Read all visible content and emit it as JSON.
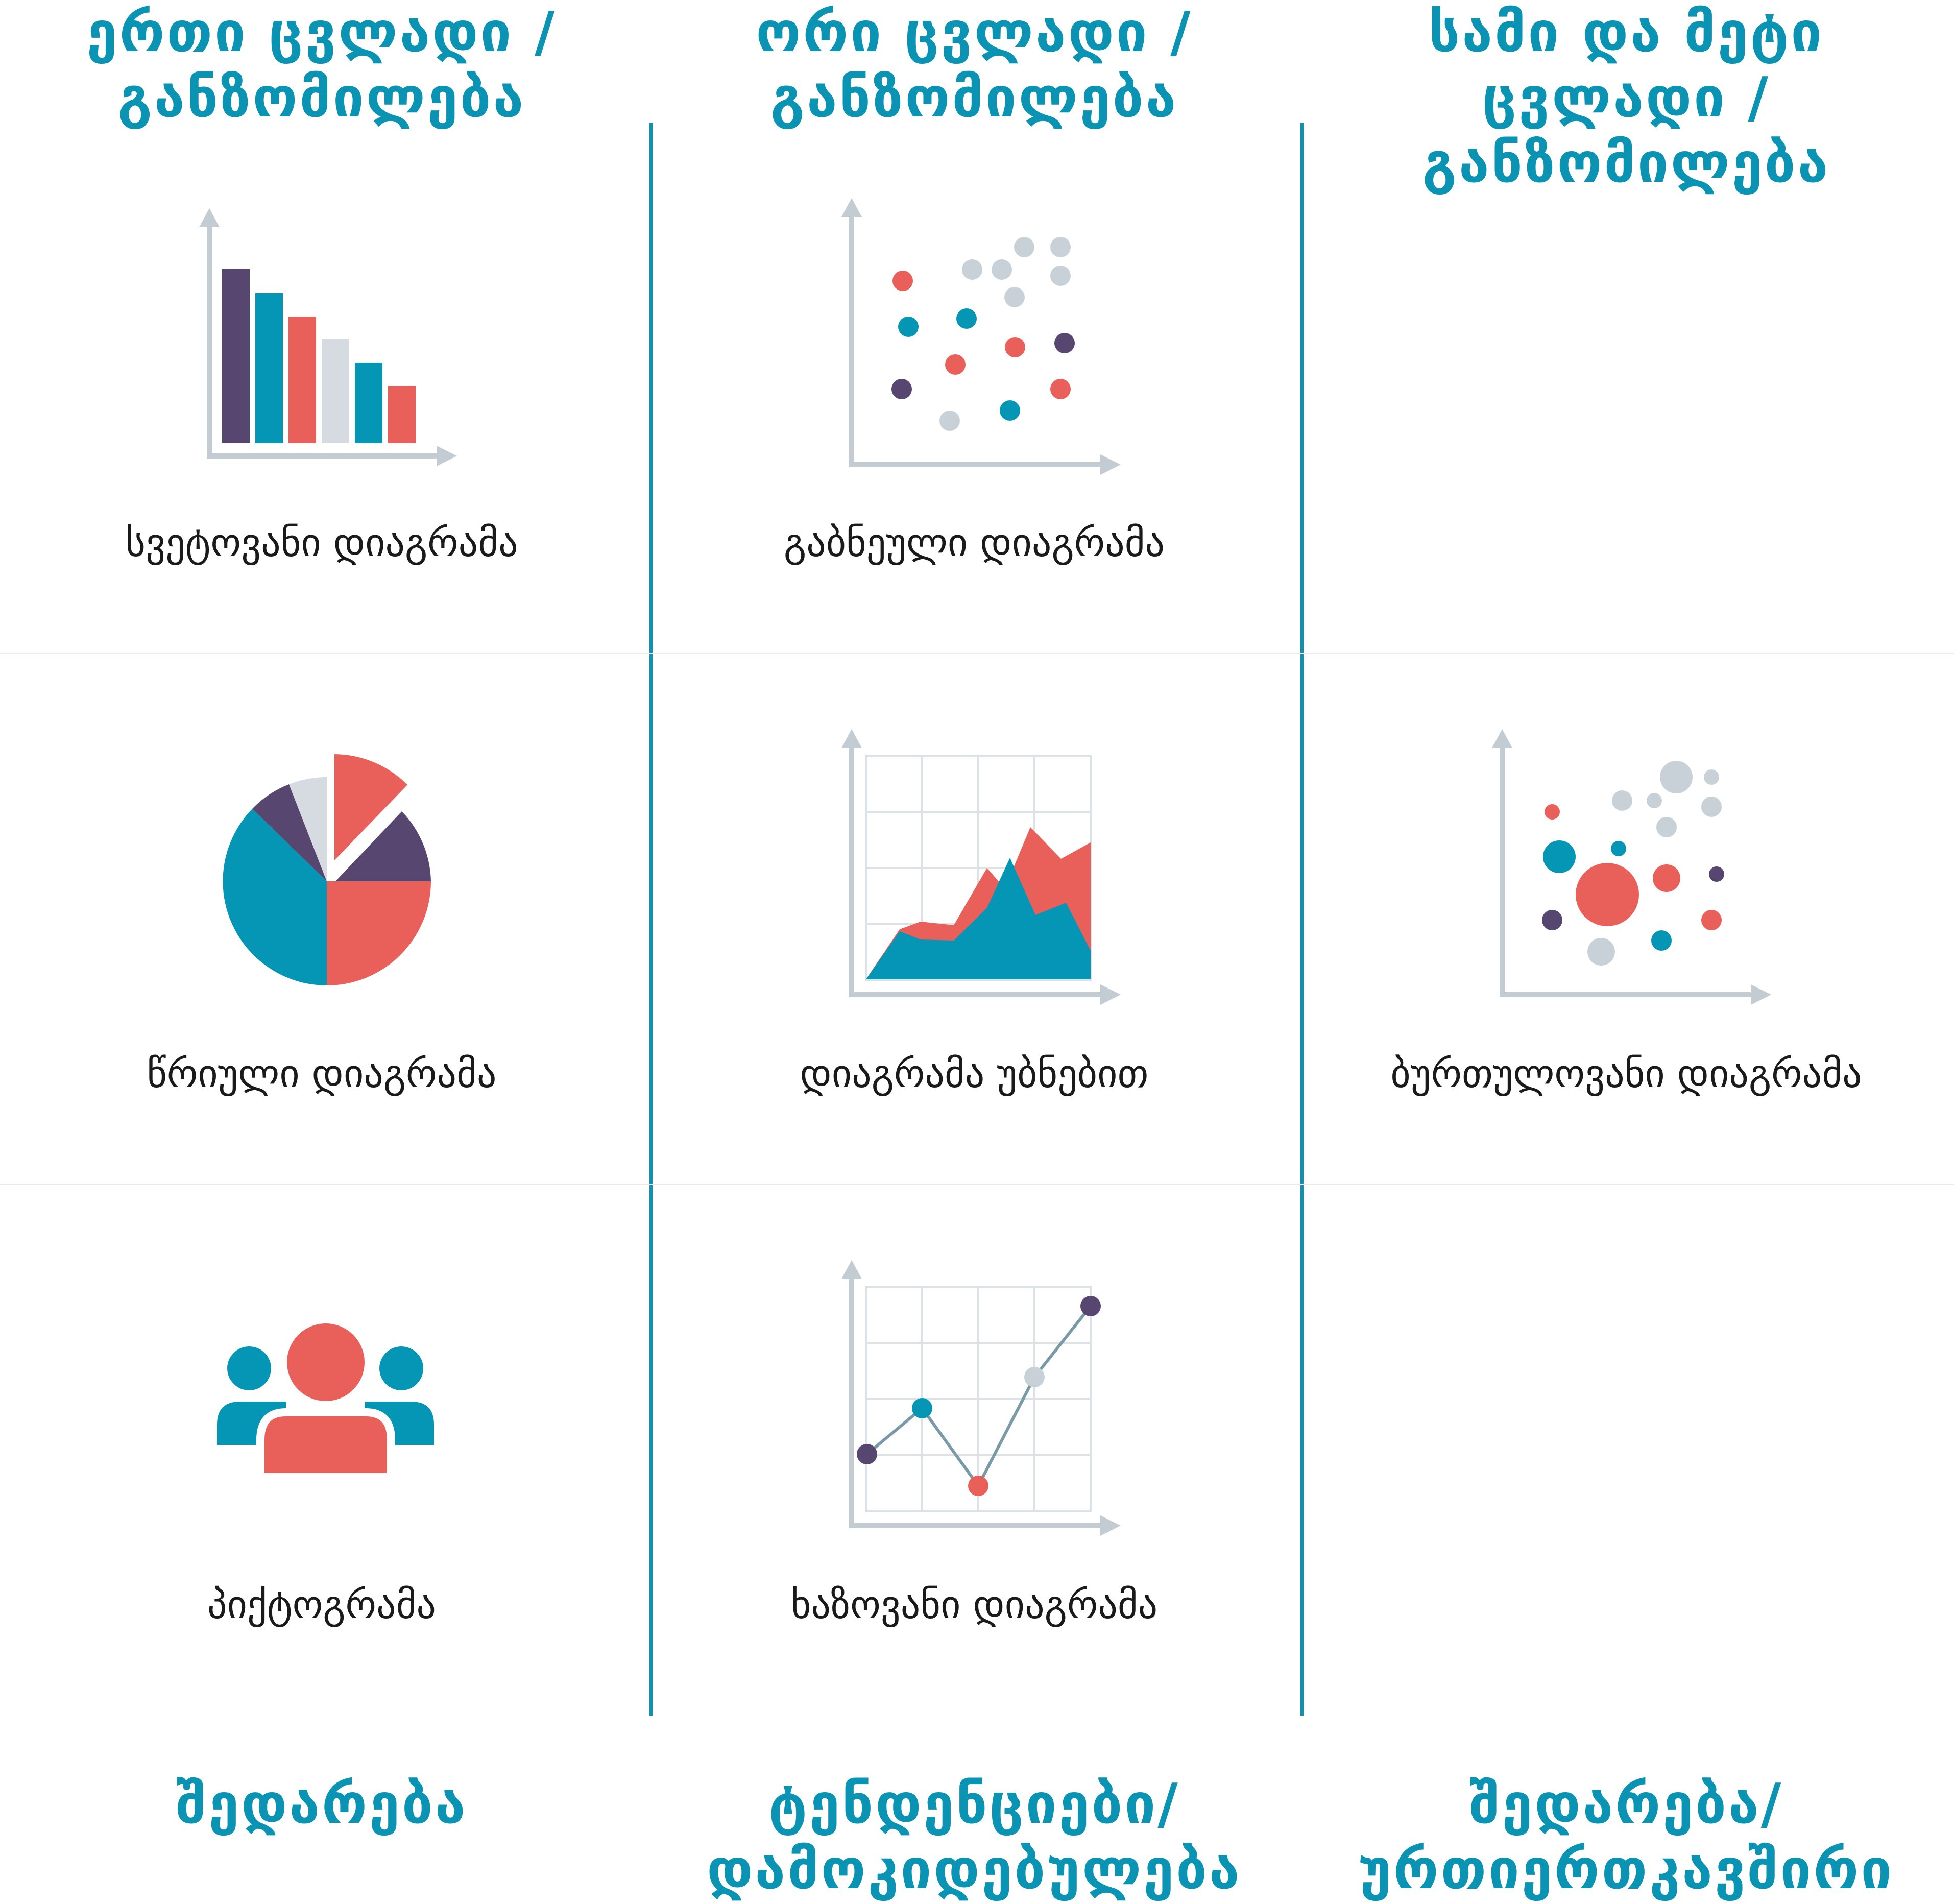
{
  "columns": [
    {
      "header_line1": "ერთი ცვლადი /",
      "header_line2": "განზომილება",
      "footer_line1": "შედარება",
      "footer_line2": ""
    },
    {
      "header_line1": "ორი ცვლადი /",
      "header_line2": "განზომილება",
      "footer_line1": "ტენდენციები/",
      "footer_line2": "დამოკიდებულება"
    },
    {
      "header_line1": "სამი და მეტი",
      "header_line2": "ცვლადი / განზომილება",
      "footer_line1": "შედარება/",
      "footer_line2": "ურთიერთკავშირი"
    }
  ],
  "cells": {
    "bar_chart": {
      "label": "სვეტოვანი დიაგრამა",
      "icon": "bar-chart-icon"
    },
    "scatter_chart": {
      "label": "გაბნეული დიაგრამა",
      "icon": "scatter-chart-icon"
    },
    "pie_chart": {
      "label": "წრიული დიაგრამა",
      "icon": "pie-chart-icon"
    },
    "area_chart": {
      "label": "დიაგრამა უბნებით",
      "icon": "area-chart-icon"
    },
    "bubble_chart": {
      "label": "ბურთულოვანი დიაგრამა",
      "icon": "bubble-chart-icon"
    },
    "pictogram": {
      "label": "პიქტოგრამა",
      "icon": "people-group-icon"
    },
    "line_chart": {
      "label": "ხაზოვანი დიაგრამა",
      "icon": "line-chart-icon"
    }
  },
  "colors": {
    "accent_blue": "#0b93b4",
    "teal": "#0596b6",
    "red": "#e9605a",
    "purple": "#574670",
    "light_gray": "#c9d1d8",
    "axis_gray": "#c3cbd3",
    "grid_gray": "#dde2e7",
    "divider_gray": "#e8eaec"
  }
}
